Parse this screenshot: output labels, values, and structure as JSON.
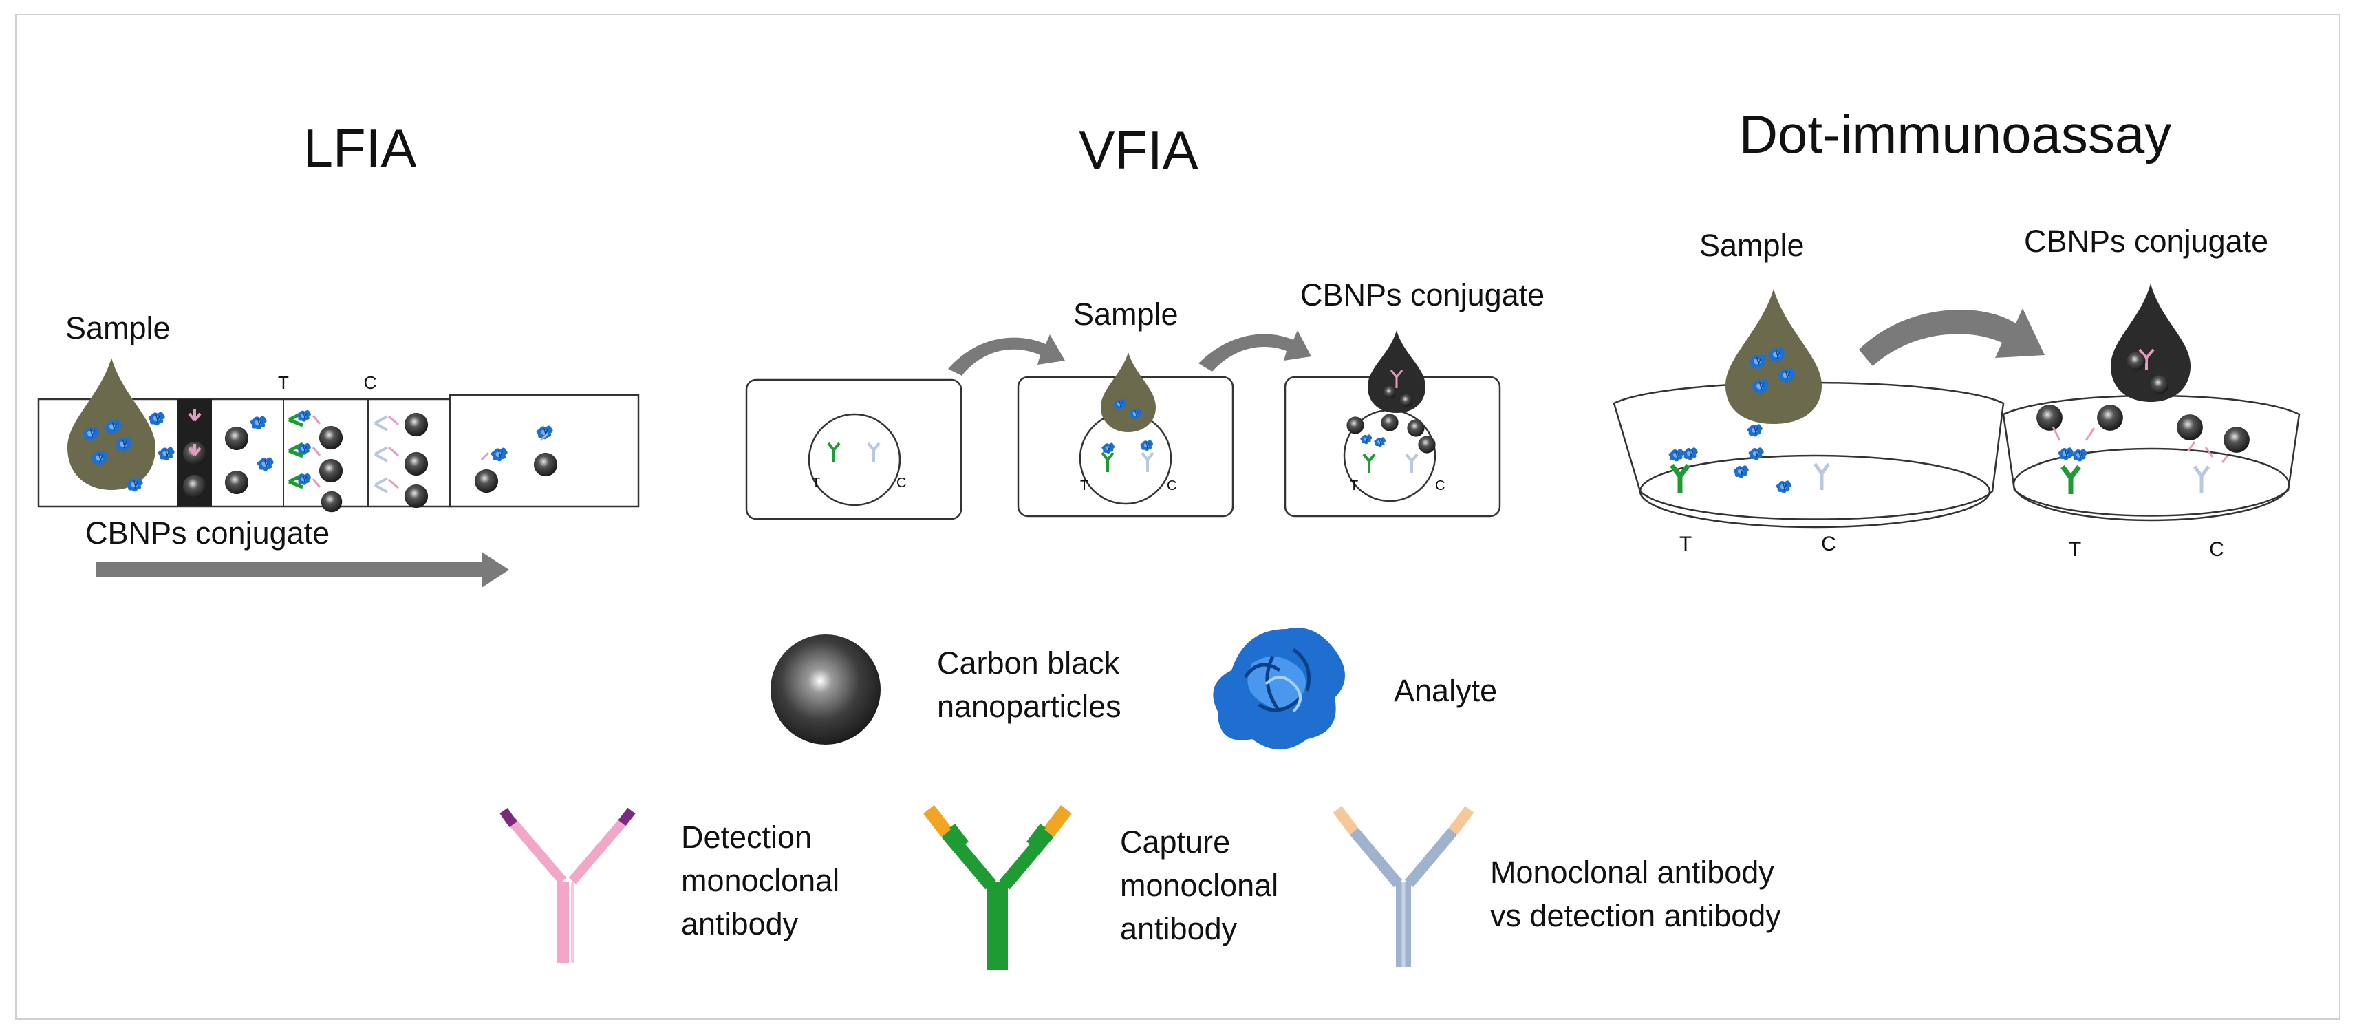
{
  "titles": {
    "lfia": "LFIA",
    "vfia": "VFIA",
    "dot": "Dot-immunoassay"
  },
  "labels": {
    "sample": "Sample",
    "conjugate": "CBNPs conjugate",
    "test_line": "T",
    "control_line": "C"
  },
  "legend": {
    "carbon_black": "Carbon black\nnanoparticles",
    "analyte": "Analyte",
    "detection_ab": "Detection\nmonoclonal\nantibody",
    "capture_ab": "Capture\nmonoclonal\nantibody",
    "anti_detection_ab": "Monoclonal antibody\nvs detection antibody"
  },
  "colors": {
    "sample_drop": "#6b6a4c",
    "conjugate_drop": "#2b2b2b",
    "arrow": "#7a7a7a",
    "analyte": "#1e6fd0",
    "detection_antibody": "#f2a7c8",
    "capture_antibody": "#1f9b34",
    "anti_detection_antibody": "#9fb3cf",
    "capture_tip": "#f0a623",
    "detection_tip": "#7b2a7f"
  }
}
